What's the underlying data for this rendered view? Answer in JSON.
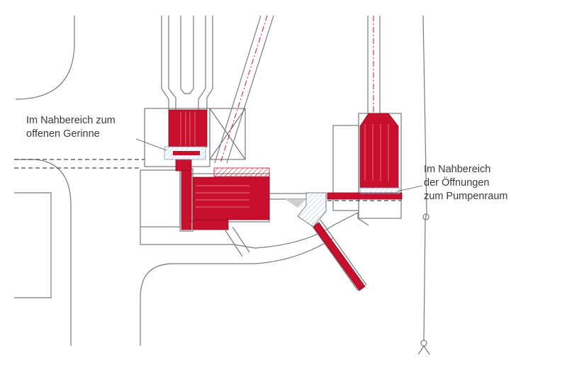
{
  "labels": {
    "open_channel": {
      "line1": "Im Nahbereich zum",
      "line2": "offenen Gerinne"
    },
    "pump_room": {
      "line1": "Im Nahbereich",
      "line2": "der Öffnungen",
      "line3": "zum Pumpenraum"
    }
  },
  "colors": {
    "highlight": "#c8102e",
    "line": "#7a7a7a",
    "hatch_blue": "#9fc3dc",
    "background": "#ffffff"
  }
}
